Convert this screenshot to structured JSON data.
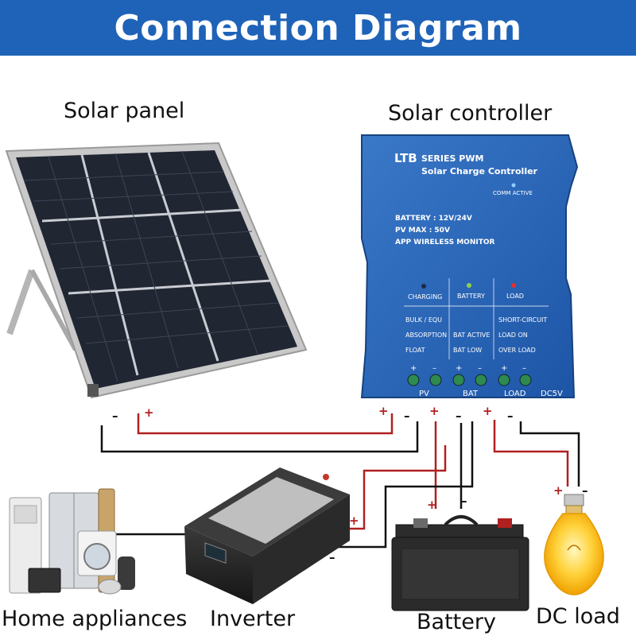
{
  "header": {
    "title": "Connection Diagram"
  },
  "labels": {
    "solar_panel": "Solar panel",
    "solar_controller": "Solar controller",
    "home_appliances": "Home appliances",
    "inverter": "Inverter",
    "battery": "Battery",
    "dc_load": "DC load"
  },
  "controller": {
    "brand": "LTB",
    "series": "SERIES PWM",
    "subtitle": "Solar Charge Controller",
    "comm": "COMM ACTIVE",
    "specs": [
      "BATTERY : 12V/24V",
      "PV MAX : 50V",
      "APP WIRELESS MONITOR"
    ],
    "indicators": [
      "CHARGING",
      "BATTERY",
      "LOAD"
    ],
    "status_col1": [
      "BULK / EQU",
      "ABSORPTION",
      "FLOAT"
    ],
    "status_col2": [
      "BAT ACTIVE",
      "BAT LOW"
    ],
    "status_col3": [
      "SHORT-CIRCUIT",
      "LOAD ON",
      "OVER LOAD"
    ],
    "terminals": [
      "PV",
      "BAT",
      "LOAD",
      "DC5V"
    ]
  },
  "polarity": {
    "plus": "+",
    "minus": "–"
  },
  "colors": {
    "banner": "#1f63b8",
    "positive_wire": "#b02020",
    "negative_wire": "#111111",
    "controller": "#2260b4"
  }
}
